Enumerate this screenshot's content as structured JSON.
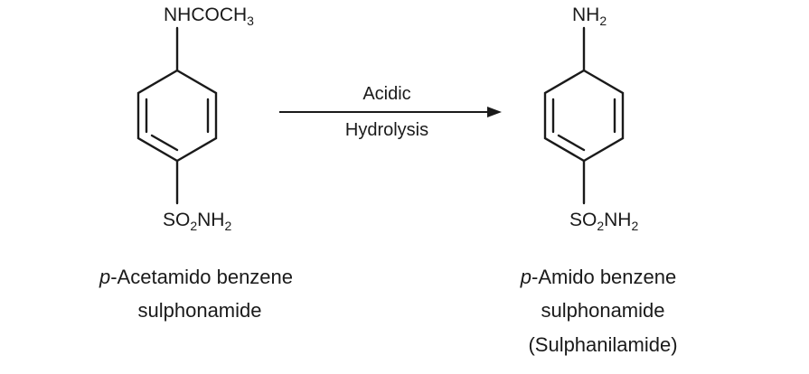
{
  "reactant": {
    "top_group": {
      "main": "NHCOCH",
      "sub": "3"
    },
    "bottom_group": {
      "part1": "SO",
      "sub1": "2",
      "part2": "NH",
      "sub2": "2"
    },
    "name_italic": "p",
    "name_rest": "-Acetamido benzene",
    "name_line2": "sulphonamide"
  },
  "reaction": {
    "condition_line1": "Acidic",
    "condition_line2": "Hydrolysis"
  },
  "product": {
    "top_group": {
      "main": "NH",
      "sub": "2"
    },
    "bottom_group": {
      "part1": "SO",
      "sub1": "2",
      "part2": "NH",
      "sub2": "2"
    },
    "name_italic": "p",
    "name_rest": "-Amido benzene",
    "name_line2": "sulphonamide",
    "name_line3": "(Sulphanilamide)"
  }
}
